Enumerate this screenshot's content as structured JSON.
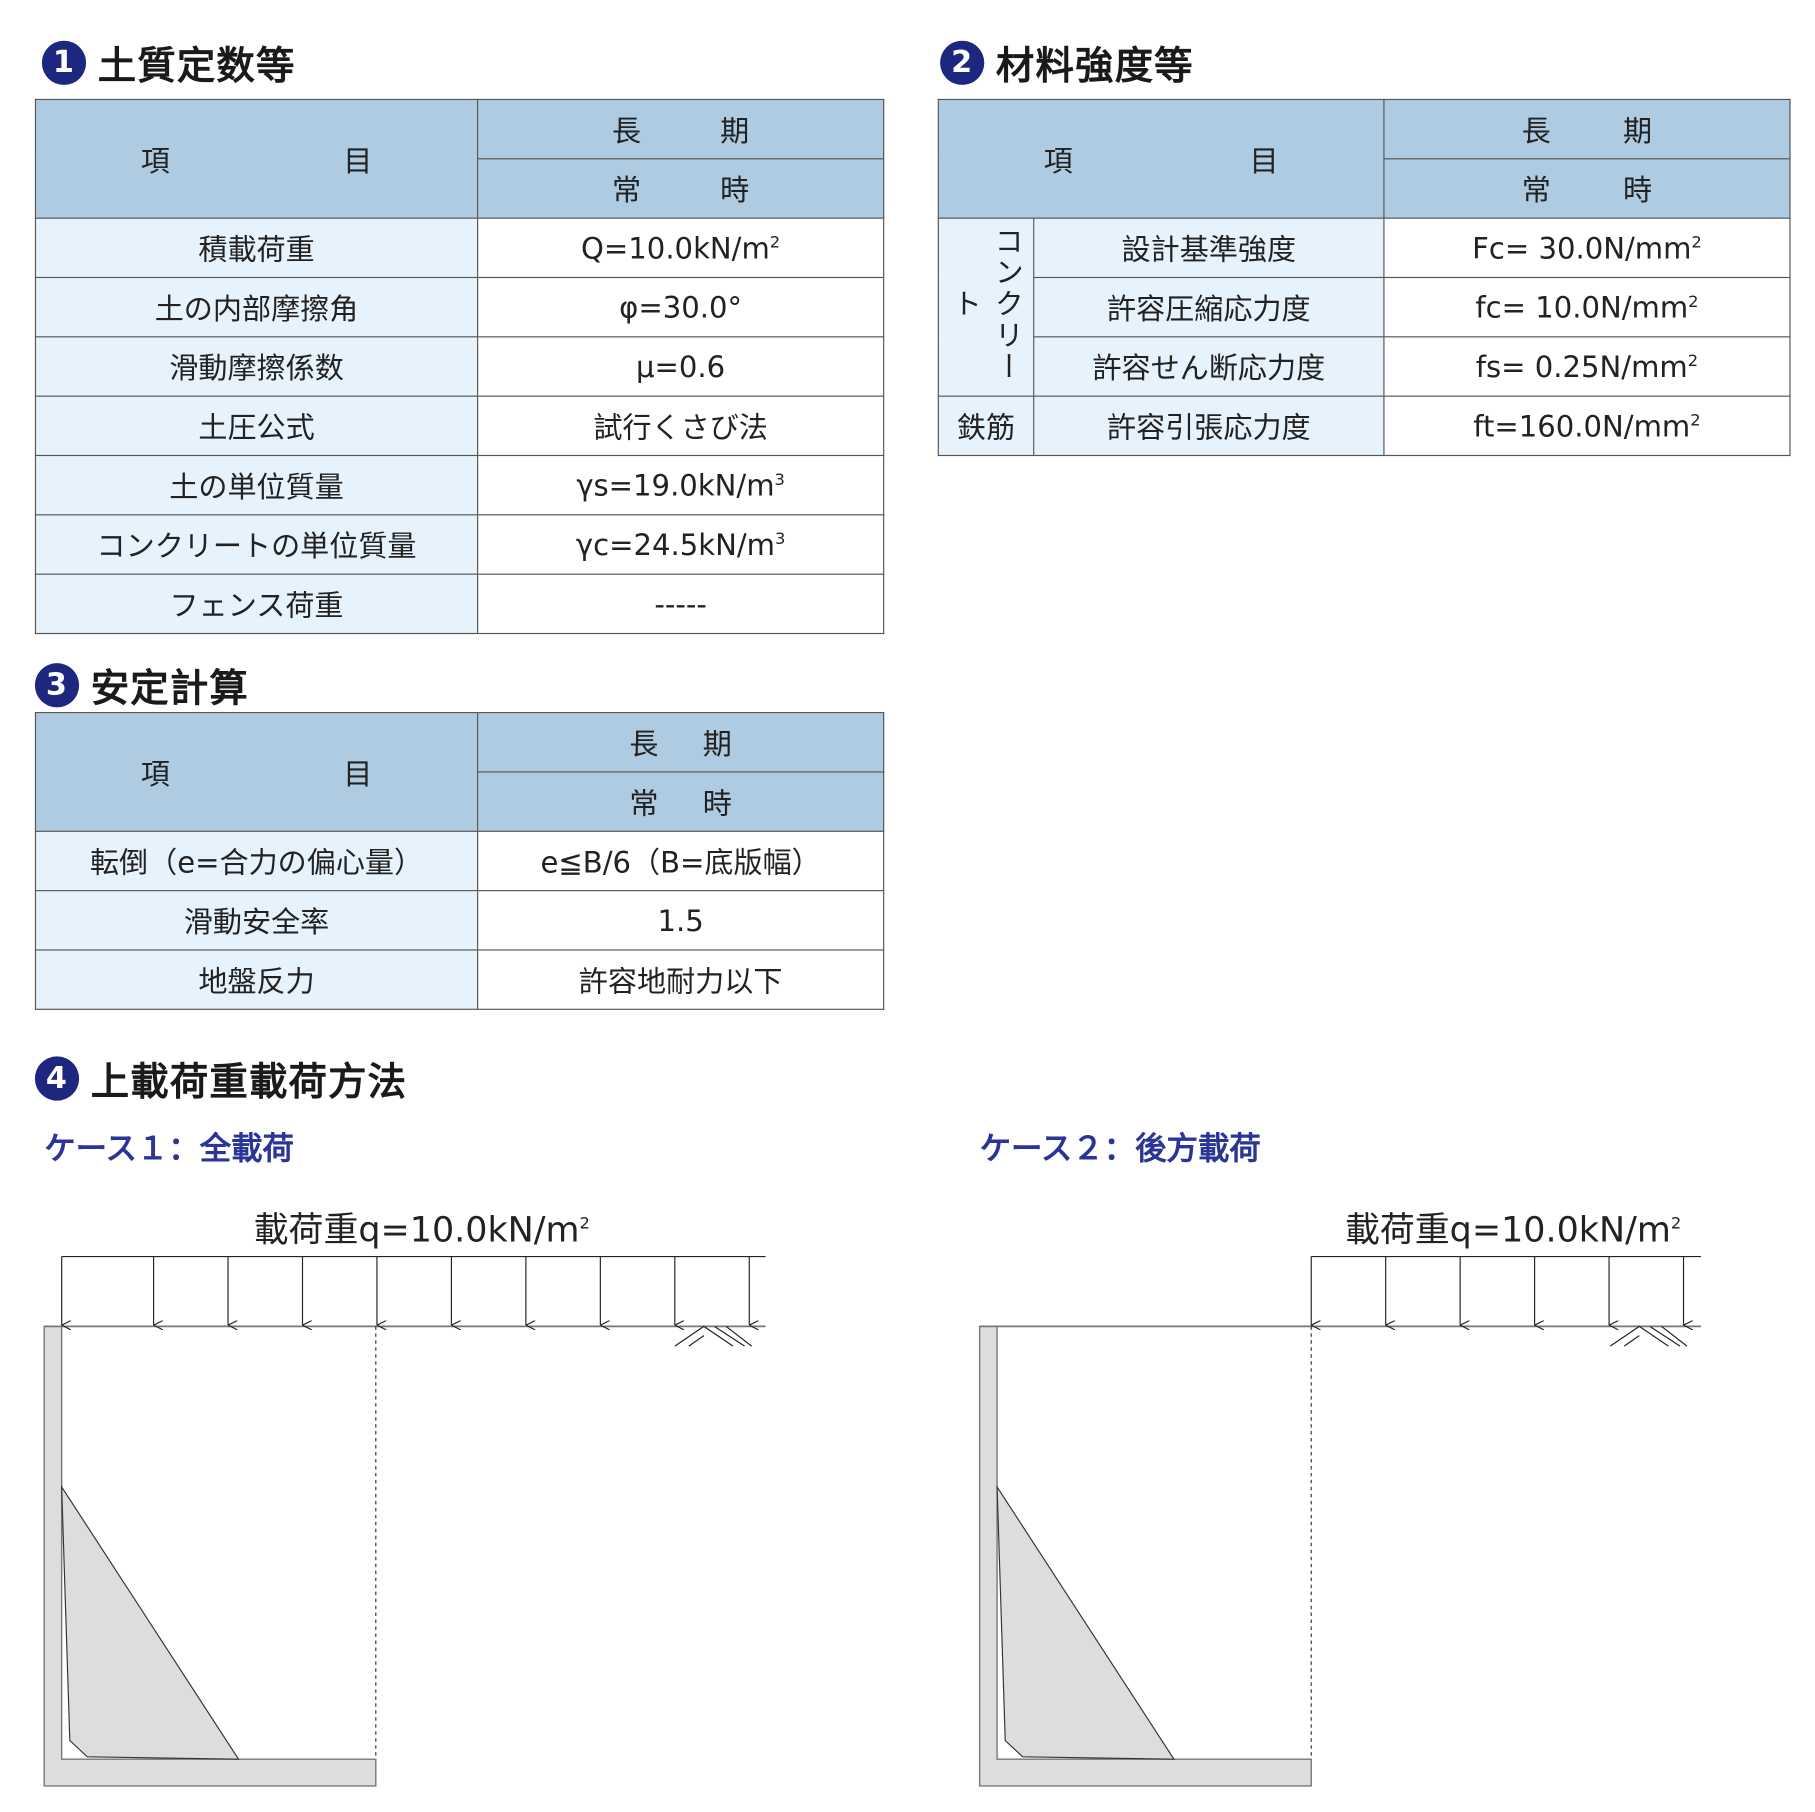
{
  "section1": {
    "number": "1",
    "title": "土質定数等",
    "header": {
      "item_a": "項",
      "item_b": "目",
      "period_a": "長",
      "period_b": "期",
      "time_a": "常",
      "time_b": "時"
    },
    "rows": [
      {
        "label": "積載荷重",
        "value": "Q=10.0kN/m",
        "sup": "2"
      },
      {
        "label": "土の内部摩擦角",
        "value": "φ=30.0°",
        "sup": ""
      },
      {
        "label": "滑動摩擦係数",
        "value": "μ=0.6",
        "sup": ""
      },
      {
        "label": "土圧公式",
        "value": "試行くさび法",
        "sup": ""
      },
      {
        "label": "土の単位質量",
        "value": "γs=19.0kN/m",
        "sup": "3"
      },
      {
        "label": "コンクリートの単位質量",
        "value": "γc=24.5kN/m",
        "sup": "3"
      },
      {
        "label": "フェンス荷重",
        "value": "-----",
        "sup": ""
      }
    ]
  },
  "section2": {
    "number": "2",
    "title": "材料強度等",
    "header": {
      "item_a": "項",
      "item_b": "目",
      "period_a": "長",
      "period_b": "期",
      "time_a": "常",
      "time_b": "時"
    },
    "group_concrete": "コンクリート",
    "group_rebar": "鉄筋",
    "rows": [
      {
        "label": "設計基準強度",
        "value": "Fc= 30.0N/mm",
        "sup": "2"
      },
      {
        "label": "許容圧縮応力度",
        "value": "fc= 10.0N/mm",
        "sup": "2"
      },
      {
        "label": "許容せん断応力度",
        "value": "fs= 0.25N/mm",
        "sup": "2"
      },
      {
        "label": "許容引張応力度",
        "value": "ft=160.0N/mm",
        "sup": "2"
      }
    ]
  },
  "section3": {
    "number": "3",
    "title": "安定計算",
    "header": {
      "item_a": "項",
      "item_b": "目",
      "period_a": "長",
      "period_b": "期",
      "time_a": "常",
      "time_b": "時"
    },
    "rows": [
      {
        "label": "転倒（e=合力の偏心量）",
        "value": "e≦B/6（B=底版幅）"
      },
      {
        "label": "滑動安全率",
        "value": "1.5"
      },
      {
        "label": "地盤反力",
        "value": "許容地耐力以下"
      }
    ]
  },
  "section4": {
    "number": "4",
    "title": "上載荷重載荷方法",
    "case1": {
      "title": "ケース１：全載荷",
      "load": "載荷重q=10.0kN/m",
      "sup": "2"
    },
    "case2": {
      "title": "ケース２：後方載荷",
      "load": "載荷重q=10.0kN/m",
      "sup": "2"
    }
  },
  "colors": {
    "header_bg": "#aecbe2",
    "label_bg": "#e6f3fc",
    "accent": "#1d2780",
    "case_text": "#2b3597",
    "wall_fill": "#dcdedd"
  }
}
